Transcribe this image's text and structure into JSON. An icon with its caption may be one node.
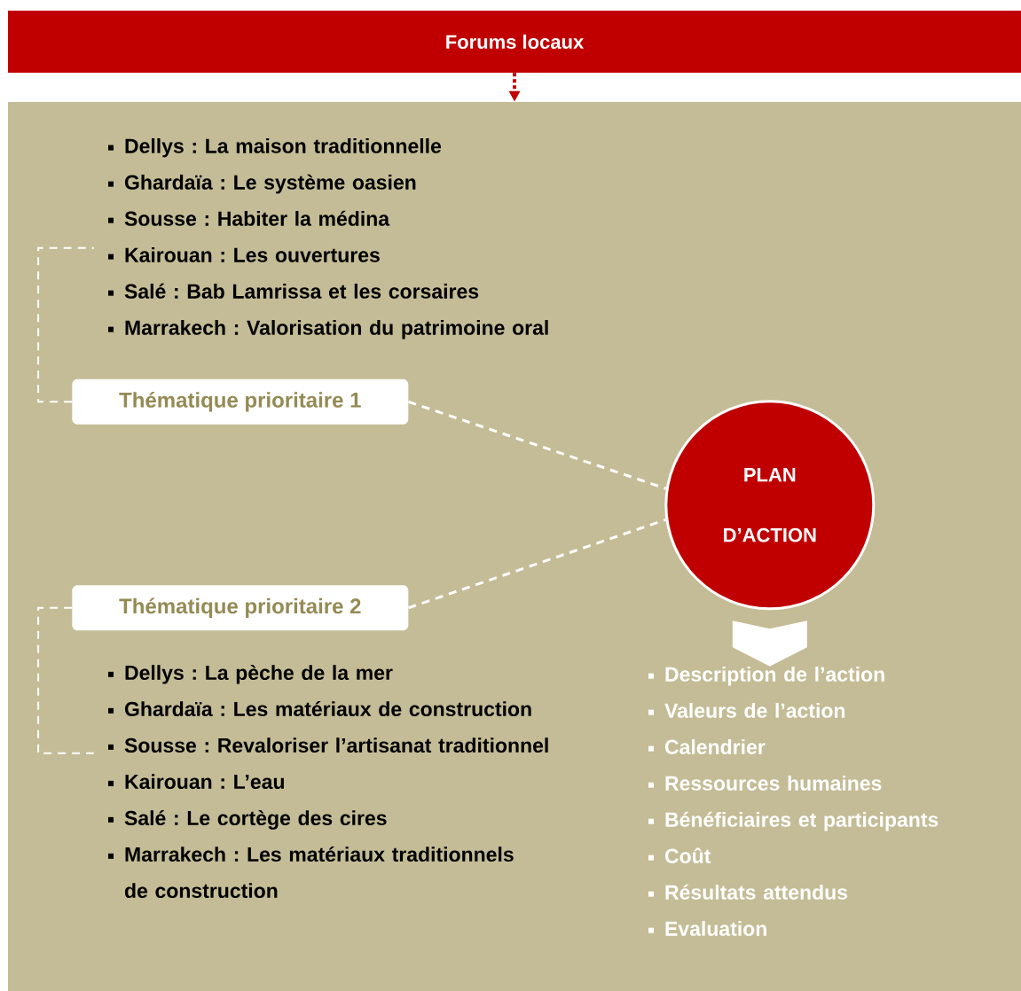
{
  "diagram": {
    "nodes": [
      {
        "text": [
          "Forums locaux"
        ]
      },
      {
        "text": [],
        "shape": "box"
      },
      {
        "text": [
          "Dellys : La maison traditionnelle",
          "Ghardaïa : Le système oasien",
          "Sousse : Habiter la médina",
          "Kairouan : Les ouvertures",
          "Salé : Bab Lamrissa et les corsaires",
          "Marrakech : Valorisation du patrimoine oral"
        ],
        "in": 1
      },
      {
        "text": [
          "Thématique prioritaire 1"
        ],
        "in": 1
      },
      {
        "text": [
          "PLAN D’ACTION"
        ],
        "in": 1
      },
      {
        "text": [
          "Thématique prioritaire 2"
        ],
        "in": 1
      },
      {
        "text": [
          "Dellys : La pèche de la mer",
          "Ghardaïa : Les matériaux de construction",
          "Sousse : Revaloriser l’artisanat traditionnel",
          "Kairouan : L’eau",
          "Salé : Le cortège des cires",
          "Marrakech : Les matériaux traditionnels de construction"
        ],
        "in": 1
      },
      {
        "text": [
          "Description de l’action",
          "Valeurs de l’action",
          "Calendrier",
          "Ressources humaines",
          "Bénéficiaires et participants",
          "Coût",
          "Résultats attendus",
          "Evaluation"
        ],
        "in": 1
      }
    ],
    "edges": [
      {
        "from": 0,
        "to": 1,
        "arrow": "to",
        "style": "dashed",
        "color": "#c00000"
      },
      {
        "from": 3,
        "to": 2,
        "arrow": "none",
        "style": "dashed"
      },
      {
        "from": 3,
        "to": 4,
        "arrow": "none",
        "style": "dashed"
      },
      {
        "from": 5,
        "to": 4,
        "arrow": "none",
        "style": "dashed"
      },
      {
        "from": 5,
        "to": 6,
        "arrow": "none",
        "style": "dashed"
      },
      {
        "from": 4,
        "to": 7,
        "arrow": "to"
      }
    ]
  }
}
